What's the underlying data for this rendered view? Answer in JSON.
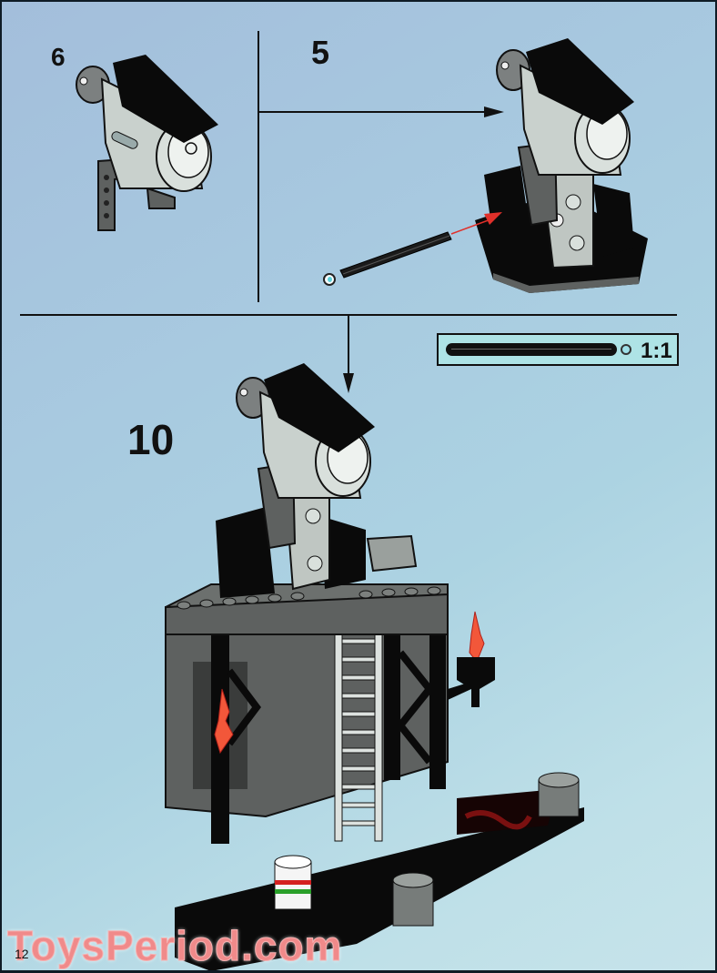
{
  "page": {
    "page_number": "12",
    "watermark": "ToysPeriod.com",
    "background_color": "#a8cae0",
    "line_color": "#111111"
  },
  "steps": [
    {
      "id": "step-6",
      "number": "6",
      "description": "Light assembly on angled bracket"
    },
    {
      "id": "step-5",
      "number": "5",
      "description": "Attach light assembly to base; insert axle"
    },
    {
      "id": "step-10",
      "number": "10",
      "description": "Mount searchlight onto tower platform"
    }
  ],
  "callouts": {
    "scale_box": {
      "label": "1:1",
      "part": "axle",
      "qty_marker": "stud-marker"
    },
    "axle_part": {
      "qty_marker": "stud-marker"
    }
  },
  "colors": {
    "accent_red": "#e0302a",
    "flame": "#f2573a",
    "brick_dark_gray": "#5e6160",
    "brick_light_gray": "#c9d1cd",
    "black": "#0a0a0a",
    "scale_box_fill": "#aee3e6"
  }
}
